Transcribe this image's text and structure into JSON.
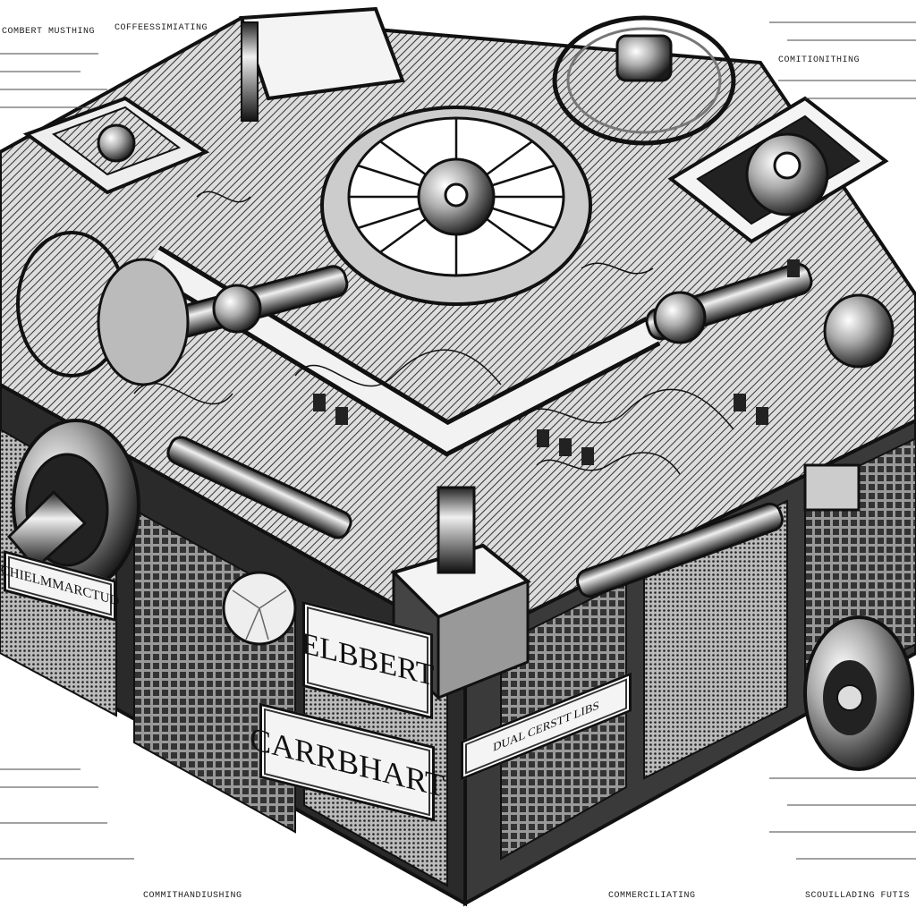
{
  "annotations": {
    "top_left": "COMBERT MUSTHING",
    "top_left_2": "COFFEESSIMIATING",
    "top_right": "COMITIONITHING",
    "bottom_left": "COMMITHANDIUSHING",
    "bottom_right": "SCOUILLADING FUTIS",
    "bottom_right_2": "COMMERCILIATING"
  },
  "signs": {
    "brand_top": "ELBBERT",
    "brand_bottom": "CARRBHART",
    "left_panel": "CHIELMMARCTUD",
    "dual_panel": "DUAL CERSTT LIBS"
  },
  "palette": {
    "ink": "#111111",
    "paper": "#ffffff",
    "mid_gray": "#888888",
    "light_gray": "#d8d8d8"
  }
}
